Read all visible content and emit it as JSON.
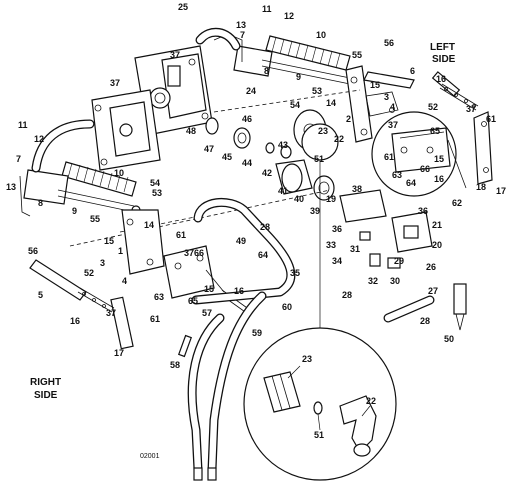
{
  "side_labels": {
    "left_line1": "LEFT",
    "left_line2": "SIDE",
    "right_line1": "RIGHT",
    "right_line2": "SIDE"
  },
  "drawing_code": "02001",
  "callouts": [
    {
      "id": "c11a",
      "text": "11"
    },
    {
      "id": "c12a",
      "text": "12"
    },
    {
      "id": "c13a",
      "text": "13"
    },
    {
      "id": "c7a",
      "text": "7"
    },
    {
      "id": "c10a",
      "text": "10"
    },
    {
      "id": "c25a",
      "text": "25"
    },
    {
      "id": "c37a",
      "text": "37"
    },
    {
      "id": "c37b",
      "text": "37"
    },
    {
      "id": "c8a",
      "text": "8"
    },
    {
      "id": "c9a",
      "text": "9"
    },
    {
      "id": "c55a",
      "text": "55"
    },
    {
      "id": "c56a",
      "text": "56"
    },
    {
      "id": "c6a",
      "text": "6"
    },
    {
      "id": "c16a",
      "text": "16"
    },
    {
      "id": "c15a",
      "text": "15"
    },
    {
      "id": "c53a",
      "text": "53"
    },
    {
      "id": "c14a",
      "text": "14"
    },
    {
      "id": "c54a",
      "text": "54"
    },
    {
      "id": "c24a",
      "text": "24"
    },
    {
      "id": "c3a",
      "text": "3"
    },
    {
      "id": "c4a",
      "text": "4"
    },
    {
      "id": "c52a",
      "text": "52"
    },
    {
      "id": "c2a",
      "text": "2"
    },
    {
      "id": "c48a",
      "text": "48"
    },
    {
      "id": "c46a",
      "text": "46"
    },
    {
      "id": "c47a",
      "text": "47"
    },
    {
      "id": "c45a",
      "text": "45"
    },
    {
      "id": "c44a",
      "text": "44"
    },
    {
      "id": "c43a",
      "text": "43"
    },
    {
      "id": "c42a",
      "text": "42"
    },
    {
      "id": "c23a",
      "text": "23"
    },
    {
      "id": "c22a",
      "text": "22"
    },
    {
      "id": "c51a",
      "text": "51"
    },
    {
      "id": "c41a",
      "text": "41"
    },
    {
      "id": "c40a",
      "text": "40"
    },
    {
      "id": "c39a",
      "text": "39"
    },
    {
      "id": "c38a",
      "text": "38"
    },
    {
      "id": "c19a",
      "text": "19"
    },
    {
      "id": "c36a",
      "text": "36"
    },
    {
      "id": "c21a",
      "text": "21"
    },
    {
      "id": "c20a",
      "text": "20"
    },
    {
      "id": "c37c",
      "text": "37"
    },
    {
      "id": "c65a",
      "text": "65"
    },
    {
      "id": "c61a",
      "text": "61"
    },
    {
      "id": "c63a",
      "text": "63"
    },
    {
      "id": "c64a",
      "text": "64"
    },
    {
      "id": "c66a",
      "text": "66"
    },
    {
      "id": "c15b",
      "text": "15"
    },
    {
      "id": "c16b",
      "text": "16"
    },
    {
      "id": "c18a",
      "text": "18"
    },
    {
      "id": "c17a",
      "text": "17"
    },
    {
      "id": "c62a",
      "text": "62"
    },
    {
      "id": "c37d",
      "text": "37"
    },
    {
      "id": "c61b",
      "text": "61"
    },
    {
      "id": "c11b",
      "text": "11"
    },
    {
      "id": "c12b",
      "text": "12"
    },
    {
      "id": "c7b",
      "text": "7"
    },
    {
      "id": "c13b",
      "text": "13"
    },
    {
      "id": "c10b",
      "text": "10"
    },
    {
      "id": "c8b",
      "text": "8"
    },
    {
      "id": "c9b",
      "text": "9"
    },
    {
      "id": "c54b",
      "text": "54"
    },
    {
      "id": "c53b",
      "text": "53"
    },
    {
      "id": "c14b",
      "text": "14"
    },
    {
      "id": "c55b",
      "text": "55"
    },
    {
      "id": "c15c",
      "text": "15"
    },
    {
      "id": "c1a",
      "text": "1"
    },
    {
      "id": "c56b",
      "text": "56"
    },
    {
      "id": "c3b",
      "text": "3"
    },
    {
      "id": "c52b",
      "text": "52"
    },
    {
      "id": "c4b",
      "text": "4"
    },
    {
      "id": "c5a",
      "text": "5"
    },
    {
      "id": "c16c",
      "text": "16"
    },
    {
      "id": "c37e",
      "text": "37"
    },
    {
      "id": "c61c",
      "text": "61"
    },
    {
      "id": "c17b",
      "text": "17"
    },
    {
      "id": "c61d",
      "text": "61"
    },
    {
      "id": "c37f",
      "text": "37"
    },
    {
      "id": "c66b",
      "text": "66"
    },
    {
      "id": "c63b",
      "text": "63"
    },
    {
      "id": "c65b",
      "text": "65"
    },
    {
      "id": "c15d",
      "text": "15"
    },
    {
      "id": "c16d",
      "text": "16"
    },
    {
      "id": "c28a",
      "text": "28"
    },
    {
      "id": "c49a",
      "text": "49"
    },
    {
      "id": "c64b",
      "text": "64"
    },
    {
      "id": "c35a",
      "text": "35"
    },
    {
      "id": "c60a",
      "text": "60"
    },
    {
      "id": "c57a",
      "text": "57"
    },
    {
      "id": "c59a",
      "text": "59"
    },
    {
      "id": "c58a",
      "text": "58"
    },
    {
      "id": "c33a",
      "text": "33"
    },
    {
      "id": "c36b",
      "text": "36"
    },
    {
      "id": "c31a",
      "text": "31"
    },
    {
      "id": "c34a",
      "text": "34"
    },
    {
      "id": "c32a",
      "text": "32"
    },
    {
      "id": "c28b",
      "text": "28"
    },
    {
      "id": "c29a",
      "text": "29"
    },
    {
      "id": "c26a",
      "text": "26"
    },
    {
      "id": "c30a",
      "text": "30"
    },
    {
      "id": "c27a",
      "text": "27"
    },
    {
      "id": "c28c",
      "text": "28"
    },
    {
      "id": "c50a",
      "text": "50"
    },
    {
      "id": "c23b",
      "text": "23"
    },
    {
      "id": "c22b",
      "text": "22"
    },
    {
      "id": "c51b",
      "text": "51"
    }
  ]
}
